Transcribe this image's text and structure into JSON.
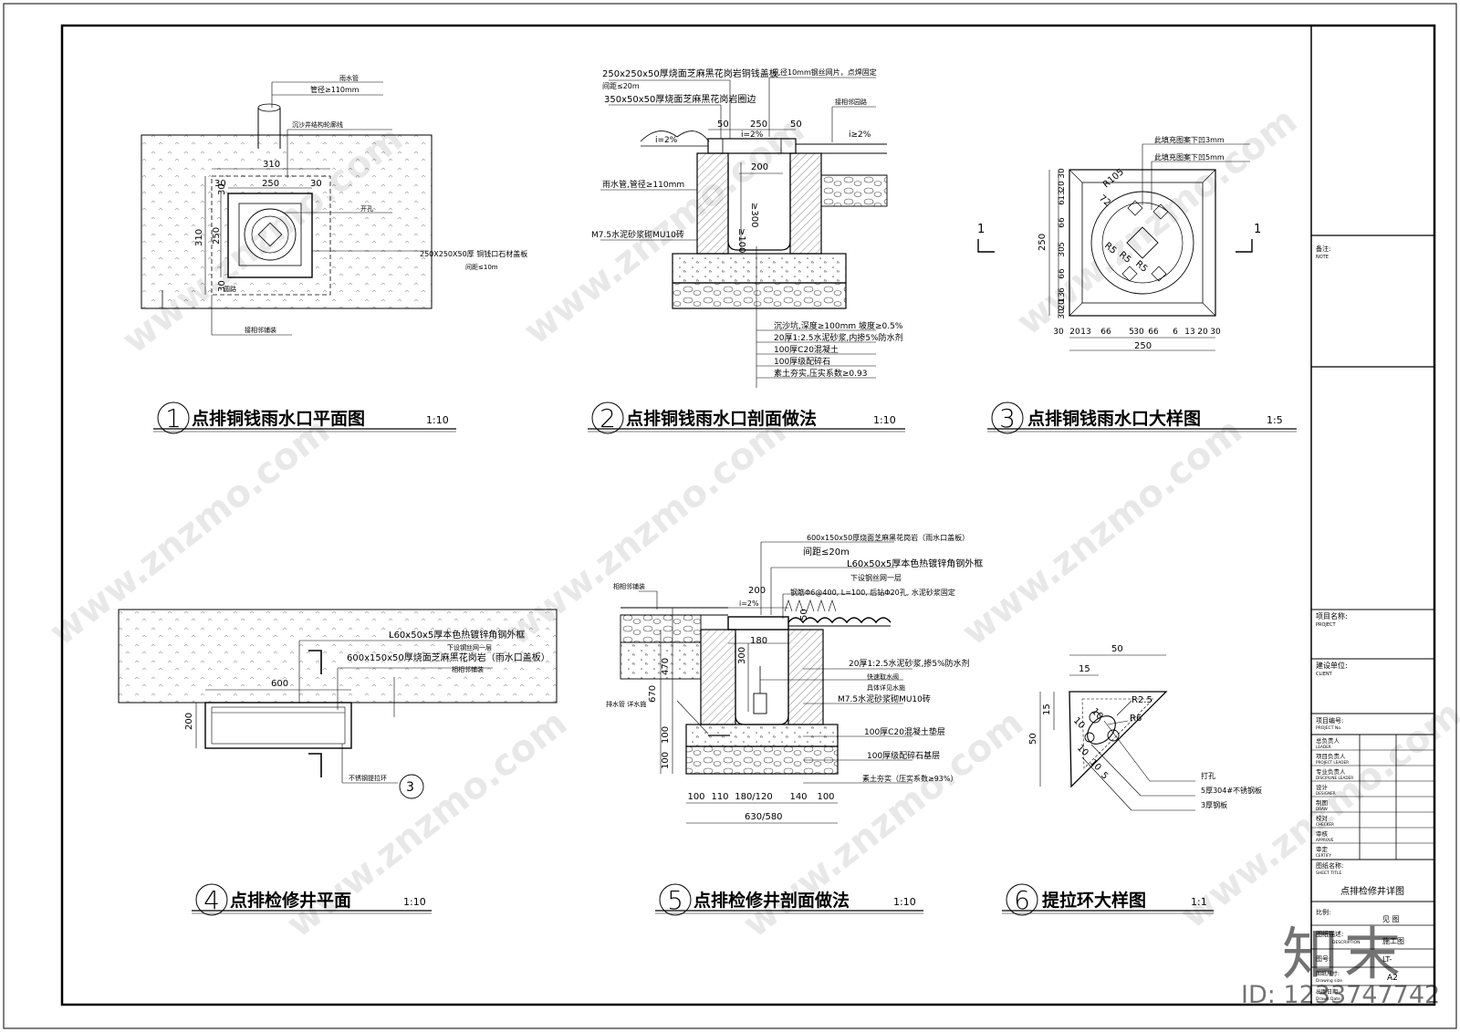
{
  "drawing_number_prefix": "LT-",
  "sheet_size_value": "A2",
  "watermark": {
    "url_text": "www.znzmo.com",
    "brand_text": "知末",
    "id_text": "ID: 1233747742"
  },
  "title_block": {
    "note_cn": "备注:",
    "note_en": "NOTE",
    "project_cn": "项目名称:",
    "project_en": "PROJECT",
    "client_cn": "建设单位:",
    "client_en": "CLIENT",
    "project_no_cn": "项目编号:",
    "project_no_en": "PROJECT No.",
    "roles": [
      {
        "cn": "总负责人",
        "en": "LEADER"
      },
      {
        "cn": "项目负责人",
        "en": "PROJECT LEADER"
      },
      {
        "cn": "专业负责人",
        "en": "DISCIPLINE LEADER"
      },
      {
        "cn": "设计",
        "en": "DESIGNER"
      },
      {
        "cn": "制图",
        "en": "DRAW"
      },
      {
        "cn": "校对",
        "en": "CHECKER"
      },
      {
        "cn": "审核",
        "en": "APPROVE"
      },
      {
        "cn": "审定",
        "en": "CERTIFY"
      }
    ],
    "sheet_title_cn": "图纸名称:",
    "sheet_title_en": "SHEET TITLE",
    "sheet_title_value": "点排检修井详图",
    "scale_cn": "比例:",
    "scale_value": "见 图",
    "desc_cn": "图纸描述:",
    "desc_en": "DESCRIPTION",
    "desc_value": "施工图",
    "sheet_no_cn": "图号:",
    "drawing_size_cn": "图纸尺寸:",
    "drawing_size_en": "Drawing size",
    "date_cn": "出图日期:",
    "date_en": "Drawn Date"
  },
  "views": [
    {
      "num": "1",
      "title": "点排铜钱雨水口平面图",
      "scale": "1:10"
    },
    {
      "num": "2",
      "title": "点排铜钱雨水口剖面做法",
      "scale": "1:10"
    },
    {
      "num": "3",
      "title": "点排铜钱雨水口大样图",
      "scale": "1:5"
    },
    {
      "num": "4",
      "title": "点排检修井平面",
      "scale": "1:10"
    },
    {
      "num": "5",
      "title": "点排检修井剖面做法",
      "scale": "1:10"
    },
    {
      "num": "6",
      "title": "提拉环大样图",
      "scale": "1:1"
    }
  ],
  "v1": {
    "label_pipe": "雨水管",
    "label_pipe_dia": "管径≥110mm",
    "label_outline": "沉沙井结构轮廓线",
    "label_hole": "开孔",
    "label_cover": "250X250X50厚 铜钱口石材盖板",
    "label_spacing": "间距≤10m",
    "label_edge": "圆路",
    "label_paving": "接相邻铺装",
    "dim_310": "310",
    "dim_30a": "30",
    "dim_250": "250",
    "dim_30b": "30",
    "dim_v30a": "30",
    "dim_v310": "310",
    "dim_v250": "250",
    "dim_v30b": "30"
  },
  "v2": {
    "label_cover": "250x250x50厚烧面芝麻黑花岗岩铜钱盖板",
    "label_spacing": "间距≤20m",
    "label_frame": "350x50x50厚烧面芝麻黑花岗岩圈边",
    "label_mesh": "孔径10mm钢丝网片，点焊固定",
    "label_road": "接相邻园路",
    "label_slope_a": "i=2%",
    "label_slope_b": "i=2%",
    "label_slope_c": "i≥2%",
    "label_pipe": "雨水管,管径≥110mm",
    "label_brick": "M7.5水泥砂浆砌MU10砖",
    "dim_50a": "50",
    "dim_250": "250",
    "dim_50b": "50",
    "dim_200": "200",
    "dim_300": "≥300",
    "dim_100": "≥100",
    "layers": [
      "沉沙坑,深度≥100mm  坡度≥0.5%",
      "20厚1:2.5水泥砂浆,内掺5%防水剂",
      "100厚C20混凝土",
      "100厚级配碎石",
      "素土夯实,压实系数≥0.93"
    ]
  },
  "v3": {
    "label_depth3": "此填充图案下凹3mm",
    "label_depth5": "此填充图案下凹5mm",
    "section_mark_l": "1",
    "section_mark_r": "1",
    "r105": "R105",
    "r72": "72",
    "r5": "R5",
    "dim_v250": "250",
    "dim_h250": "250",
    "h_dims": [
      "30",
      "20",
      "13",
      "66",
      "5",
      "30",
      "66",
      "6",
      "13",
      "20",
      "30"
    ],
    "v_dims": [
      "30",
      "20",
      "13",
      "6",
      "66",
      "5",
      "30",
      "66",
      "6",
      "13",
      "20",
      "30"
    ]
  },
  "v4": {
    "label_frame": "L60x50x5厚本色热镀锌角钢外框",
    "label_mesh": "下设钢丝网一层",
    "label_cover": "600x150x50厚烧面芝麻黑花岗岩（雨水口盖板）",
    "label_paving": "相相邻铺装",
    "label_ring": "不锈钢提拉环",
    "ring_ref": "3",
    "dim_600": "600",
    "dim_200": "200"
  },
  "v5": {
    "label_cover": "600x150x50厚烧面芝麻黑花岗岩（雨水口盖板）",
    "label_spacing": "间距≤20m",
    "label_frame": "L60x50x5厚本色热镀锌角钢外框",
    "label_mesh": "下设钢丝网一层",
    "label_rebar": "钢筋Φ6@400, L=100, 后钻Φ20孔, 水泥砂浆固定",
    "label_paving": "相相邻铺装",
    "label_mortar": "20厚1:2.5水泥砂浆,掺5%防水剂",
    "label_drain": "快速取水阀",
    "label_detail": "具体详见水施",
    "label_brick": "M7.5水泥砂浆砌MU10砖",
    "label_pipe": "排水管 详水施",
    "label_c20": "100厚C20混凝土垫层",
    "label_gravel": "100厚级配碎石基层",
    "label_soil": "素土夯实（压实系数≥93%）",
    "label_slope": "i=2%",
    "dim_200": "200",
    "dim_180": "180",
    "dim_300": "300",
    "dim_50": "50",
    "dim_670": "670",
    "dim_470": "470",
    "dim_100a": "100",
    "dim_100b": "100",
    "bottom_dims": [
      "100",
      "110",
      "180/120",
      "140",
      "100"
    ],
    "total_dim": "630/580"
  },
  "v6": {
    "dim_50top": "50",
    "dim_15top": "15",
    "dim_15left": "15",
    "dim_50left": "50",
    "r25": "R2.5",
    "r6": "R6",
    "d10a": "10",
    "d10b": "10",
    "d10c": "10",
    "d10d": "10",
    "d5": "5",
    "label_hole": "打孔",
    "label_steel304": "5厚304#不锈钢板",
    "label_steel3": "3厚钢板"
  }
}
